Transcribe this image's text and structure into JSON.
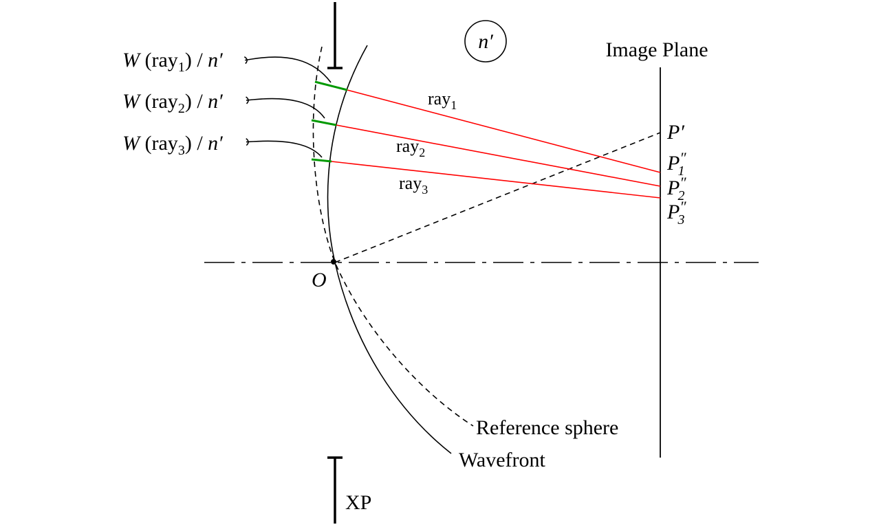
{
  "medium": {
    "base": "n",
    "prime": "′"
  },
  "labels": {
    "image_plane": "Image Plane",
    "reference_sphere": "Reference sphere",
    "wavefront": "Wavefront",
    "xp": "XP",
    "origin": "O",
    "chief_point": "P′"
  },
  "rays": [
    {
      "name": "ray",
      "index": "1",
      "w_func": "W",
      "w_arg": "ray",
      "w_div": "/",
      "w_n": "n′",
      "point": "P",
      "point_sup": "″",
      "point_sub": "1"
    },
    {
      "name": "ray",
      "index": "2",
      "w_func": "W",
      "w_arg": "ray",
      "w_div": "/",
      "w_n": "n′",
      "point": "P",
      "point_sup": "″",
      "point_sub": "2"
    },
    {
      "name": "ray",
      "index": "3",
      "w_func": "W",
      "w_arg": "ray",
      "w_div": "/",
      "w_n": "n′",
      "point": "P",
      "point_sup": "″",
      "point_sub": "3"
    }
  ],
  "colors": {
    "ray": "#ff0000",
    "opd_segment": "#009900",
    "line": "#000000"
  }
}
